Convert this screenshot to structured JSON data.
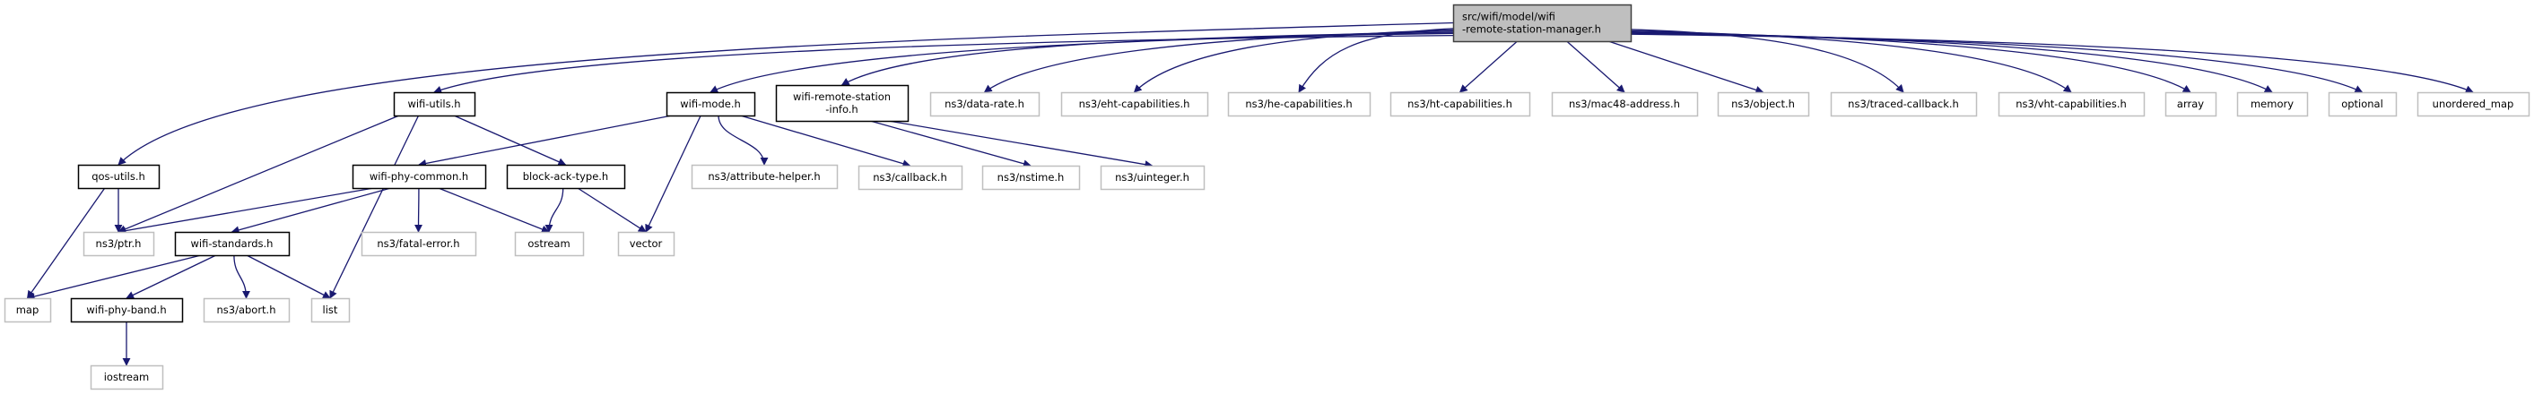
{
  "graph": {
    "colors": {
      "edge": "#191970",
      "main_fill": "#bfbfbf",
      "main_border": "#404040",
      "documented_border": "#000000",
      "external_border": "#bfbfbf"
    },
    "nodes": [
      {
        "id": "main",
        "lines": [
          "src/wifi/model/wifi",
          "-remote-station-manager.h"
        ],
        "kind": "main"
      },
      {
        "id": "qos-utils",
        "lines": [
          "qos-utils.h"
        ],
        "kind": "documented"
      },
      {
        "id": "wifi-utils",
        "lines": [
          "wifi-utils.h"
        ],
        "kind": "documented"
      },
      {
        "id": "wifi-mode",
        "lines": [
          "wifi-mode.h"
        ],
        "kind": "documented"
      },
      {
        "id": "wifi-remote-station-info",
        "lines": [
          "wifi-remote-station",
          "-info.h"
        ],
        "kind": "documented"
      },
      {
        "id": "data-rate",
        "lines": [
          "ns3/data-rate.h"
        ],
        "kind": "external"
      },
      {
        "id": "eht-capabilities",
        "lines": [
          "ns3/eht-capabilities.h"
        ],
        "kind": "external"
      },
      {
        "id": "he-capabilities",
        "lines": [
          "ns3/he-capabilities.h"
        ],
        "kind": "external"
      },
      {
        "id": "ht-capabilities",
        "lines": [
          "ns3/ht-capabilities.h"
        ],
        "kind": "external"
      },
      {
        "id": "mac48-address",
        "lines": [
          "ns3/mac48-address.h"
        ],
        "kind": "external"
      },
      {
        "id": "object",
        "lines": [
          "ns3/object.h"
        ],
        "kind": "external"
      },
      {
        "id": "traced-callback",
        "lines": [
          "ns3/traced-callback.h"
        ],
        "kind": "external"
      },
      {
        "id": "vht-capabilities",
        "lines": [
          "ns3/vht-capabilities.h"
        ],
        "kind": "external"
      },
      {
        "id": "array",
        "lines": [
          "array"
        ],
        "kind": "external"
      },
      {
        "id": "memory",
        "lines": [
          "memory"
        ],
        "kind": "external"
      },
      {
        "id": "optional",
        "lines": [
          "optional"
        ],
        "kind": "external"
      },
      {
        "id": "unordered_map",
        "lines": [
          "unordered_map"
        ],
        "kind": "external"
      },
      {
        "id": "wifi-phy-common",
        "lines": [
          "wifi-phy-common.h"
        ],
        "kind": "documented"
      },
      {
        "id": "block-ack-type",
        "lines": [
          "block-ack-type.h"
        ],
        "kind": "documented"
      },
      {
        "id": "attribute-helper",
        "lines": [
          "ns3/attribute-helper.h"
        ],
        "kind": "external"
      },
      {
        "id": "callback",
        "lines": [
          "ns3/callback.h"
        ],
        "kind": "external"
      },
      {
        "id": "nstime",
        "lines": [
          "ns3/nstime.h"
        ],
        "kind": "external"
      },
      {
        "id": "uinteger",
        "lines": [
          "ns3/uinteger.h"
        ],
        "kind": "external"
      },
      {
        "id": "ptr",
        "lines": [
          "ns3/ptr.h"
        ],
        "kind": "external"
      },
      {
        "id": "wifi-standards",
        "lines": [
          "wifi-standards.h"
        ],
        "kind": "documented"
      },
      {
        "id": "fatal-error",
        "lines": [
          "ns3/fatal-error.h"
        ],
        "kind": "external"
      },
      {
        "id": "ostream",
        "lines": [
          "ostream"
        ],
        "kind": "external"
      },
      {
        "id": "vector",
        "lines": [
          "vector"
        ],
        "kind": "external"
      },
      {
        "id": "map",
        "lines": [
          "map"
        ],
        "kind": "external"
      },
      {
        "id": "wifi-phy-band",
        "lines": [
          "wifi-phy-band.h"
        ],
        "kind": "documented"
      },
      {
        "id": "abort",
        "lines": [
          "ns3/abort.h"
        ],
        "kind": "external"
      },
      {
        "id": "list",
        "lines": [
          "list"
        ],
        "kind": "external"
      },
      {
        "id": "iostream",
        "lines": [
          "iostream"
        ],
        "kind": "external"
      }
    ],
    "edges": [
      [
        "main",
        "qos-utils"
      ],
      [
        "main",
        "wifi-utils"
      ],
      [
        "main",
        "wifi-mode"
      ],
      [
        "main",
        "wifi-remote-station-info"
      ],
      [
        "main",
        "data-rate"
      ],
      [
        "main",
        "eht-capabilities"
      ],
      [
        "main",
        "he-capabilities"
      ],
      [
        "main",
        "ht-capabilities"
      ],
      [
        "main",
        "mac48-address"
      ],
      [
        "main",
        "object"
      ],
      [
        "main",
        "traced-callback"
      ],
      [
        "main",
        "vht-capabilities"
      ],
      [
        "main",
        "array"
      ],
      [
        "main",
        "memory"
      ],
      [
        "main",
        "optional"
      ],
      [
        "main",
        "unordered_map"
      ],
      [
        "wifi-utils",
        "ptr"
      ],
      [
        "wifi-utils",
        "list"
      ],
      [
        "wifi-utils",
        "block-ack-type"
      ],
      [
        "wifi-mode",
        "wifi-phy-common"
      ],
      [
        "wifi-mode",
        "vector"
      ],
      [
        "wifi-mode",
        "attribute-helper"
      ],
      [
        "wifi-mode",
        "callback"
      ],
      [
        "wifi-remote-station-info",
        "nstime"
      ],
      [
        "wifi-remote-station-info",
        "uinteger"
      ],
      [
        "qos-utils",
        "map"
      ],
      [
        "qos-utils",
        "ptr"
      ],
      [
        "wifi-phy-common",
        "ptr"
      ],
      [
        "wifi-phy-common",
        "wifi-standards"
      ],
      [
        "wifi-phy-common",
        "fatal-error"
      ],
      [
        "wifi-phy-common",
        "ostream"
      ],
      [
        "block-ack-type",
        "ostream"
      ],
      [
        "block-ack-type",
        "vector"
      ],
      [
        "wifi-standards",
        "map"
      ],
      [
        "wifi-standards",
        "wifi-phy-band"
      ],
      [
        "wifi-standards",
        "abort"
      ],
      [
        "wifi-standards",
        "list"
      ],
      [
        "wifi-phy-band",
        "iostream"
      ]
    ]
  }
}
